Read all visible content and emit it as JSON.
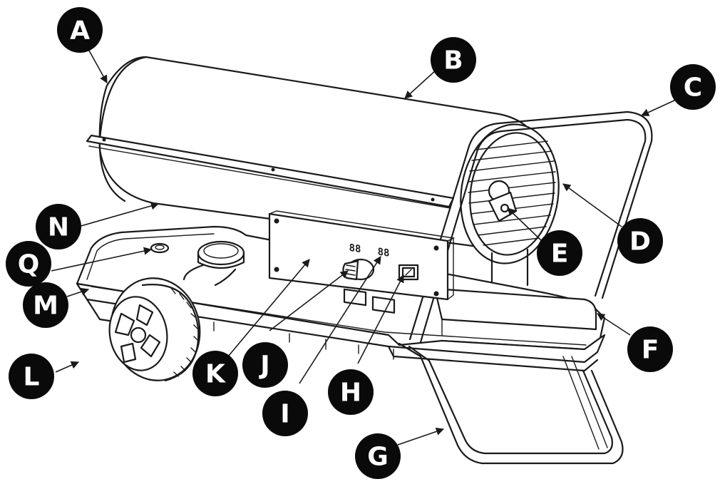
{
  "callouts": [
    {
      "id": "A",
      "label": "A"
    },
    {
      "id": "B",
      "label": "B"
    },
    {
      "id": "C",
      "label": "C"
    },
    {
      "id": "D",
      "label": "D"
    },
    {
      "id": "E",
      "label": "E"
    },
    {
      "id": "F",
      "label": "F"
    },
    {
      "id": "G",
      "label": "G"
    },
    {
      "id": "H",
      "label": "H"
    },
    {
      "id": "I",
      "label": "I"
    },
    {
      "id": "J",
      "label": "J"
    },
    {
      "id": "K",
      "label": "K"
    },
    {
      "id": "L",
      "label": "L"
    },
    {
      "id": "M",
      "label": "M"
    },
    {
      "id": "N",
      "label": "N"
    },
    {
      "id": "Q",
      "label": "Q"
    }
  ],
  "display": {
    "left_digits": "88",
    "right_digits": "88"
  },
  "colors": {
    "ink": "#1a1a1a",
    "callout_fill": "#0a0a0a",
    "callout_text": "#ffffff",
    "background": "#ffffff"
  }
}
